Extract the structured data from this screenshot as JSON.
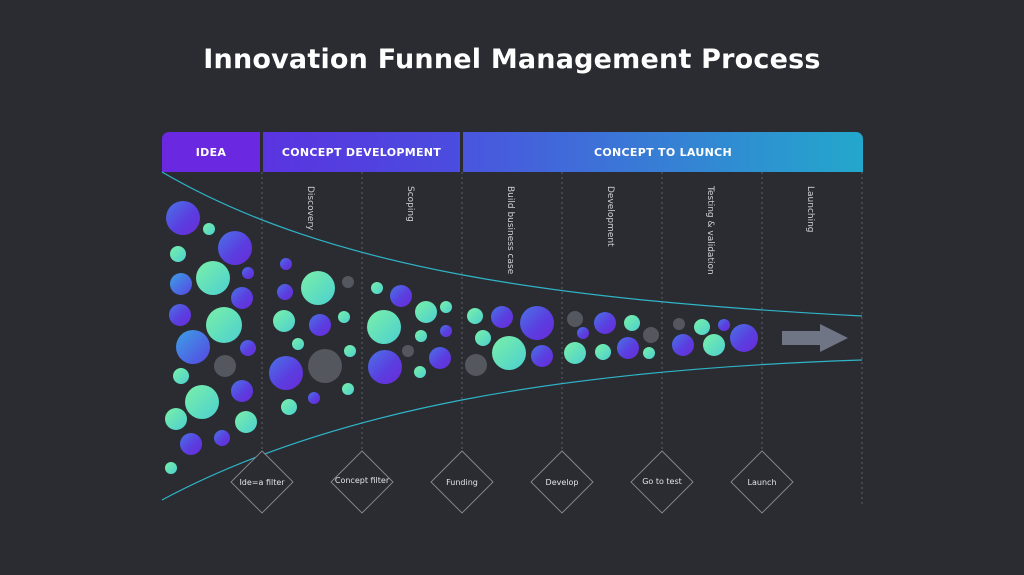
{
  "title": "Innovation Funnel Management Process",
  "stages": {
    "idea": "IDEA",
    "concept_development": "CONCEPT DEVELOPMENT",
    "concept_to_launch": "CONCEPT TO LAUNCH"
  },
  "steps": [
    "Discovery",
    "Scoping",
    "Build business case",
    "Development",
    "Testing & validation",
    "Launching"
  ],
  "gates": [
    "Ide=a filter",
    "Concept filter",
    "Funding",
    "Develop",
    "Go to test",
    "Launch"
  ],
  "colors": {
    "background": "#2b2c31",
    "idea_bar": "#6a28e0",
    "launch_bar_end": "#23a8cc",
    "funnel_line": "#2fb4c8",
    "bubble_green": "#6ee6b4",
    "bubble_blue": "#4a5ae0",
    "bubble_grey": "#55575f",
    "arrow": "#6f7585"
  }
}
